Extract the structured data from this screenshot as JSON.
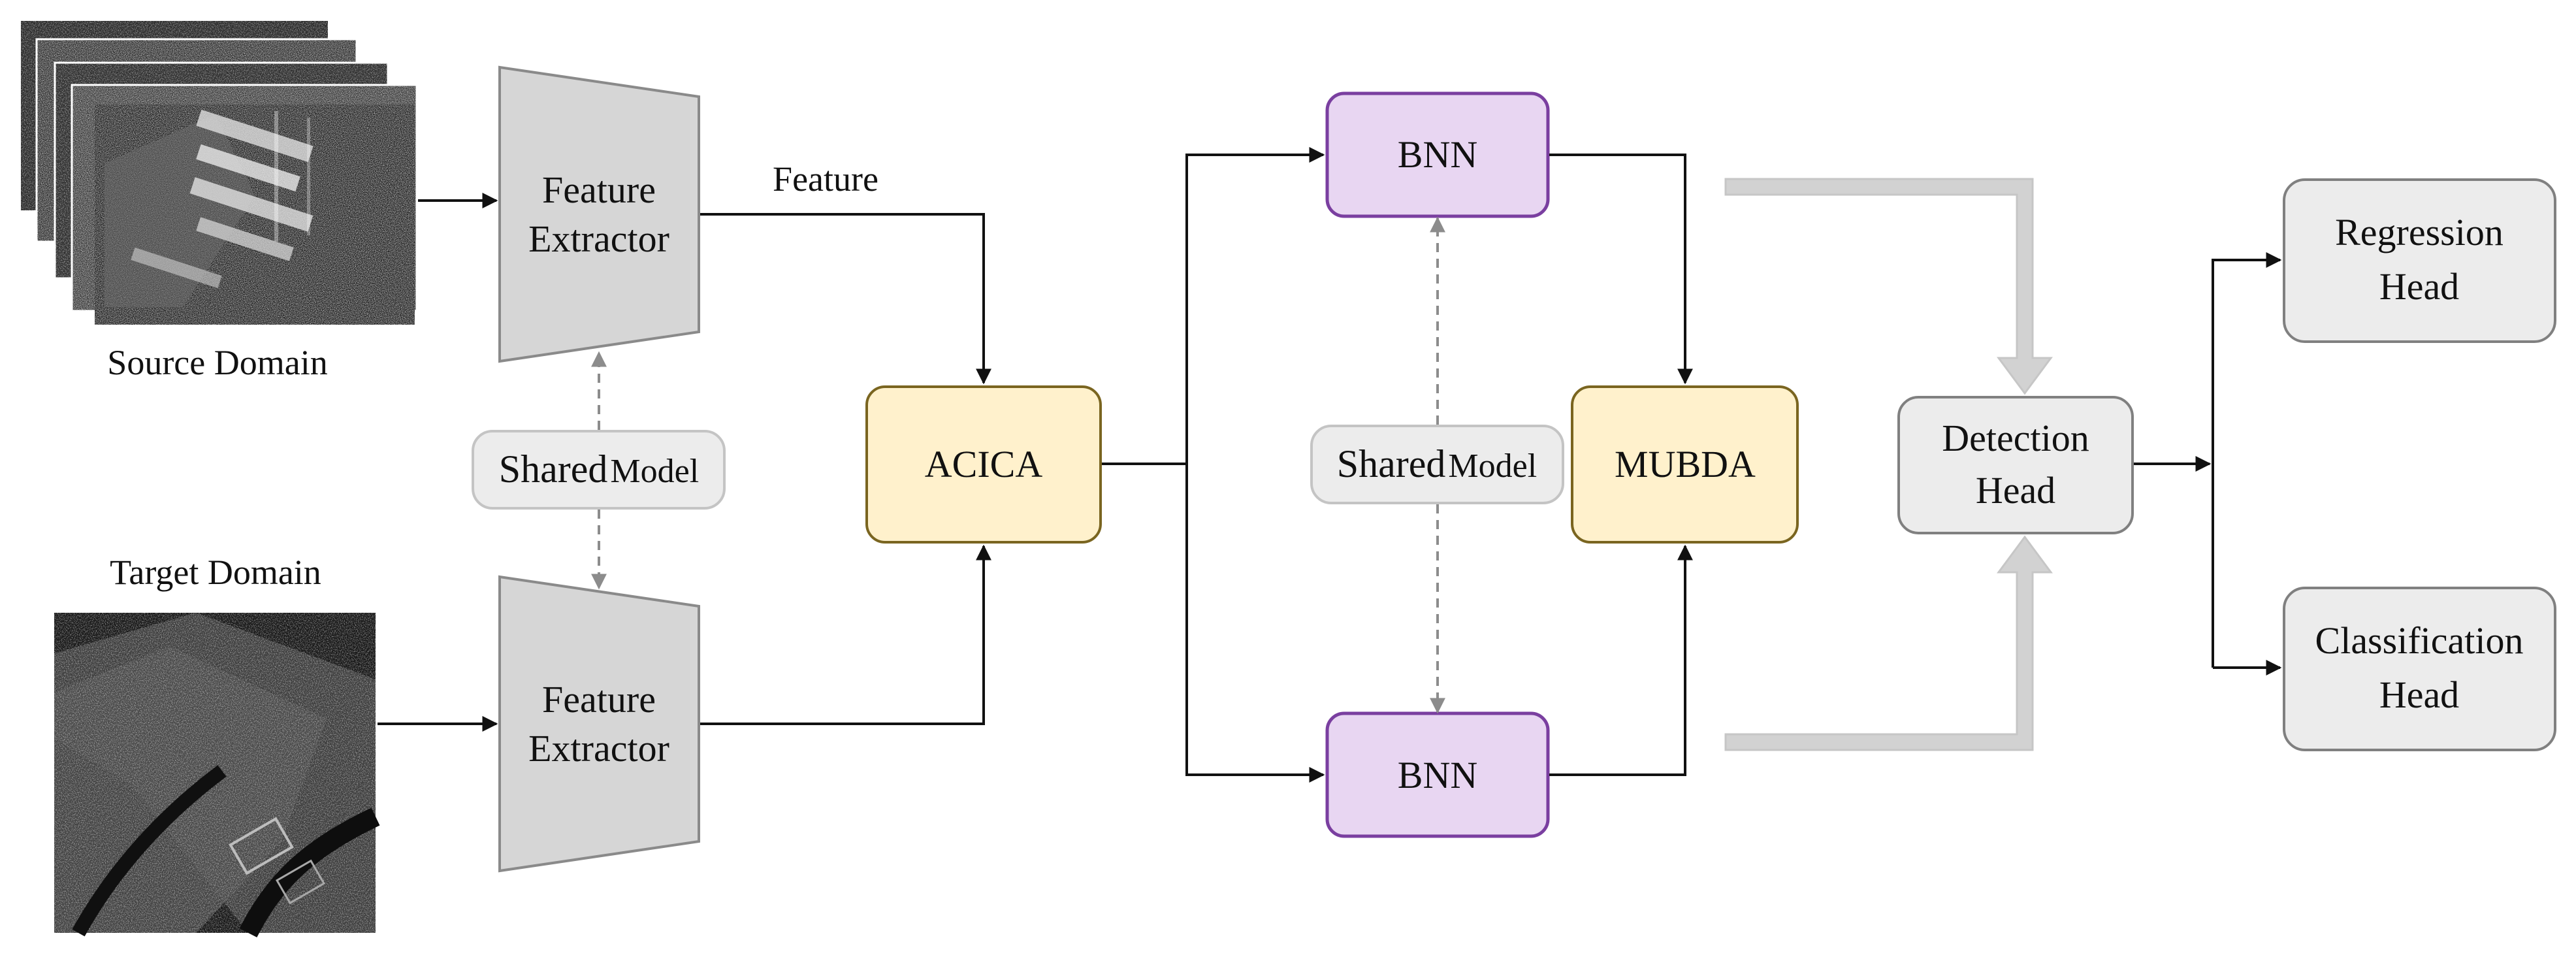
{
  "source_domain": {
    "label": "Source Domain"
  },
  "target_domain": {
    "label": "Target Domain"
  },
  "feature_extractor_top": {
    "line1": "Feature",
    "line2": "Extractor"
  },
  "feature_extractor_bottom": {
    "line1": "Feature",
    "line2": "Extractor"
  },
  "feature_label": "Feature",
  "shared_model_left": {
    "big": "Shared",
    "small": "Model"
  },
  "shared_model_right": {
    "big": "Shared",
    "small": "Model"
  },
  "acica": "ACICA",
  "bnn_top": "BNN",
  "bnn_bottom": "BNN",
  "mubda": "MUBDA",
  "detection_head": {
    "line1": "Detection",
    "line2": "Head"
  },
  "regression_head": {
    "line1": "Regression",
    "line2": "Head"
  },
  "classification_head": {
    "line1": "Classification",
    "line2": "Head"
  },
  "colors": {
    "extractor_fill": "#d6d6d6",
    "extractor_stroke": "#8a8a8a",
    "acica_fill": "#fff1cc",
    "acica_stroke": "#7a6520",
    "bnn_fill": "#e8d6f2",
    "bnn_stroke": "#7a3fa0",
    "head_fill": "#ececec",
    "head_stroke": "#808080",
    "shared_fill": "#ececec",
    "shared_stroke": "#c4c4c4",
    "gray_arrow": "#d2d2d2"
  }
}
